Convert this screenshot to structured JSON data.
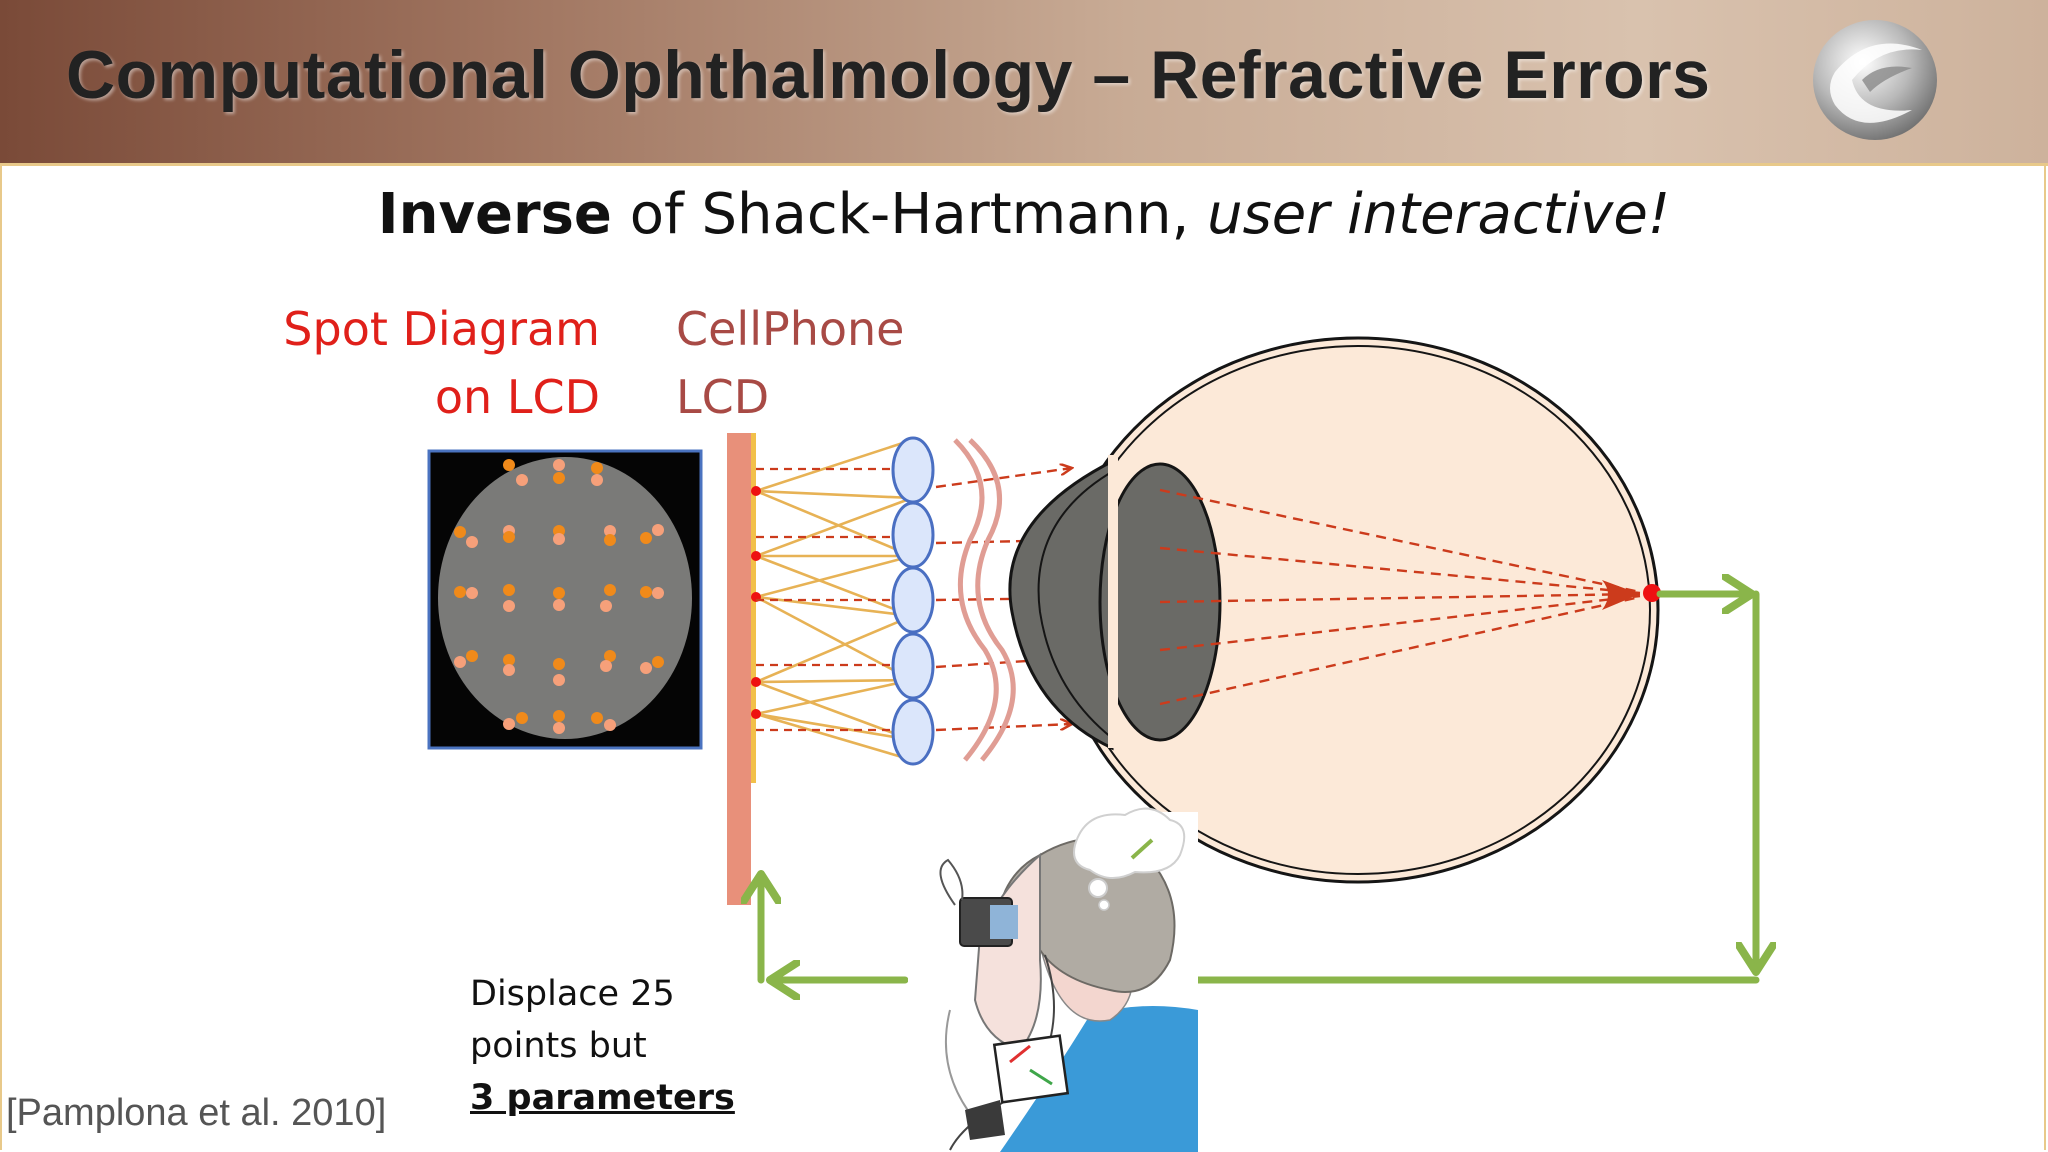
{
  "slide": {
    "title": "Computational Ophthalmology – Refractive Errors",
    "subtitle": {
      "bold": "Inverse",
      "normal": " of Shack-Hartmann, ",
      "italic": "user interactive!"
    }
  },
  "labels": {
    "spot_diagram_line1": "Spot Diagram",
    "spot_diagram_line2": "on LCD",
    "cellphone_line1": "CellPhone",
    "cellphone_line2": "LCD"
  },
  "caption": {
    "line1": "Displace 25",
    "line2": "points but",
    "line3_underlined": "3 parameters"
  },
  "citation": "[Pamplona et al. 2010]",
  "colors": {
    "label_red": "#e0201a",
    "label_brown": "#a84a45",
    "lcd_panel": "#e8907a",
    "lens_fill": "#dbe6fb",
    "lens_stroke": "#4a6fc2",
    "ray_yellow": "#e7b255",
    "ray_red": "#cc3b1c",
    "eye_fill": "#fce9d8",
    "lens_gray": "#6a6a66",
    "feedback_green": "#8ab54a"
  },
  "icons": [
    "logo-swirl-icon"
  ]
}
